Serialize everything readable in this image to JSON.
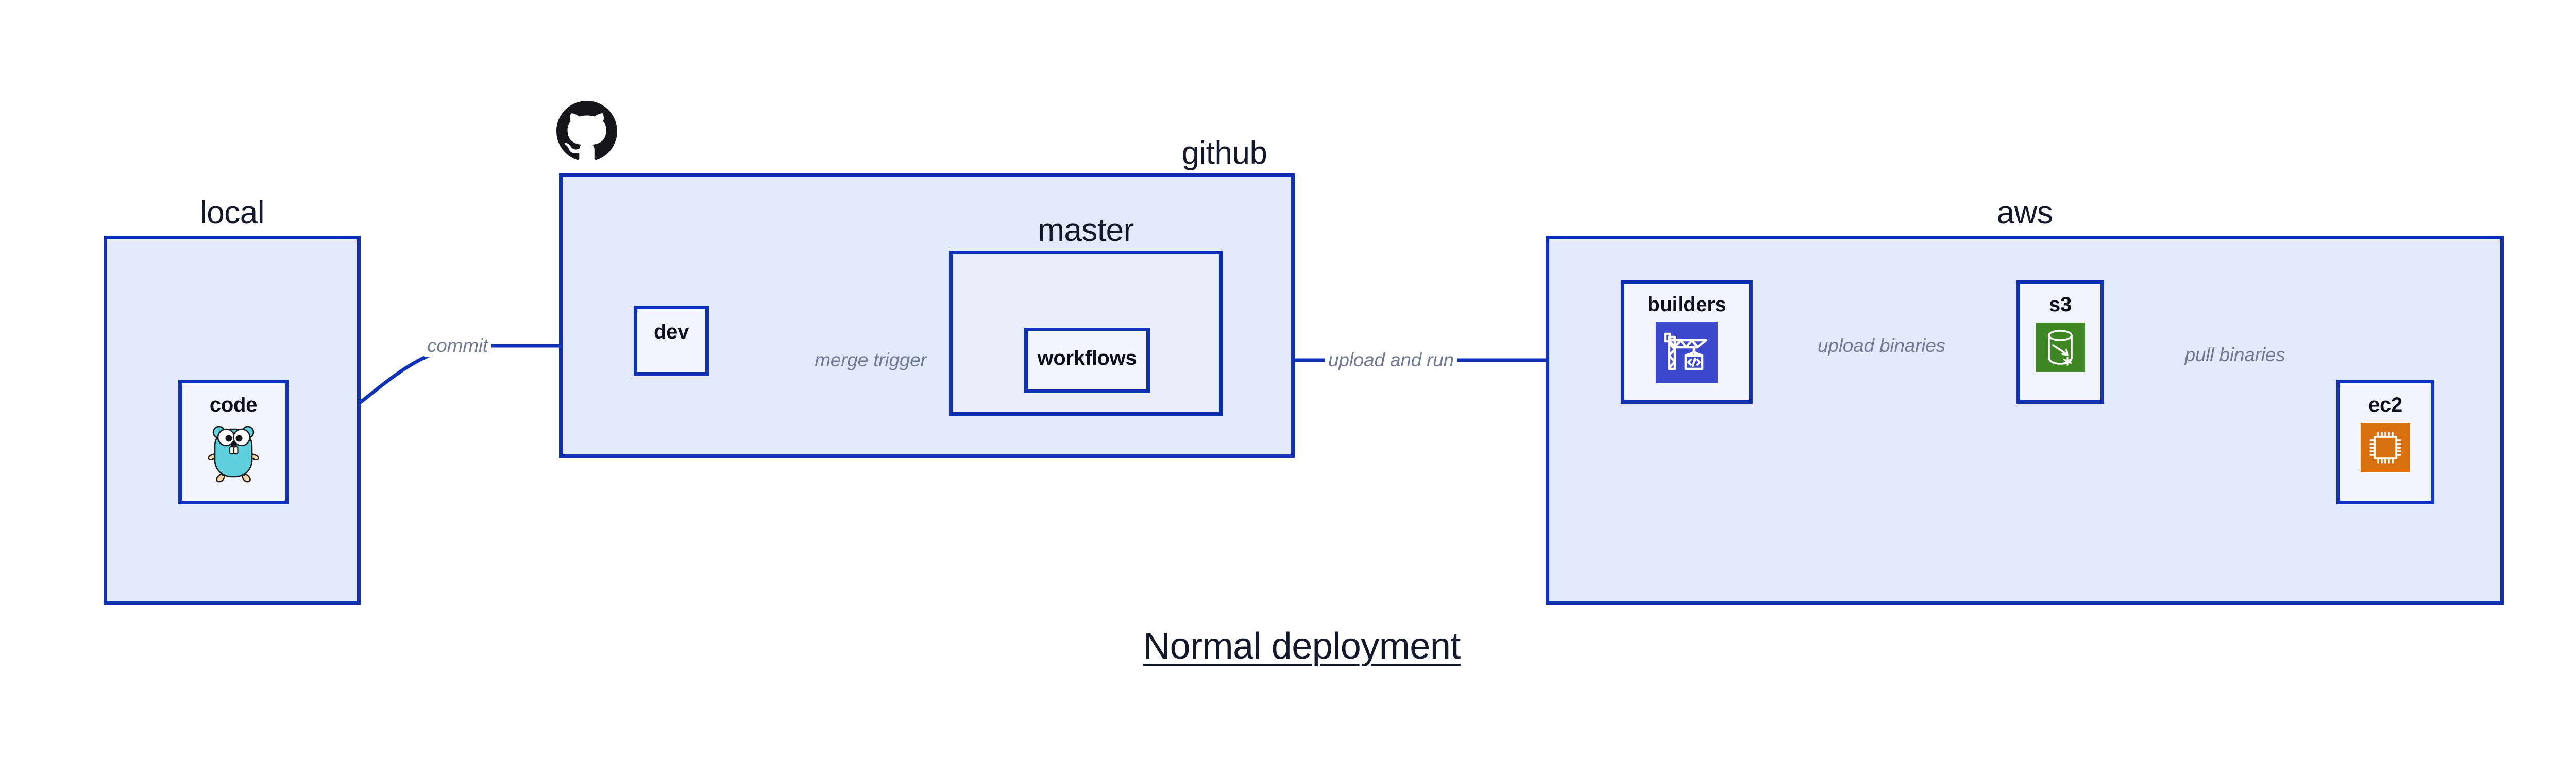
{
  "diagram": {
    "title": "Normal deployment",
    "accent_color": "#0f31b5",
    "cluster_fill": "#e3e8fb",
    "node_fill": "#f2f5fe",
    "edge_label_color": "#707b93"
  },
  "clusters": [
    {
      "id": "local",
      "label": "local"
    },
    {
      "id": "github",
      "label": "github"
    },
    {
      "id": "master",
      "label": "master"
    },
    {
      "id": "aws",
      "label": "aws"
    }
  ],
  "nodes": [
    {
      "id": "code",
      "label": "code",
      "icon": "go-gopher-icon"
    },
    {
      "id": "dev",
      "label": "dev",
      "icon": null
    },
    {
      "id": "workflows",
      "label": "workflows",
      "icon": null
    },
    {
      "id": "builders",
      "label": "builders",
      "icon": "aws-codebuild-icon",
      "icon_color": "#3b48cc"
    },
    {
      "id": "s3",
      "label": "s3",
      "icon": "aws-s3-icon",
      "icon_color": "#3f8624"
    },
    {
      "id": "ec2",
      "label": "ec2",
      "icon": "aws-ec2-icon",
      "icon_color": "#d9700f"
    }
  ],
  "edges": [
    {
      "id": "code-dev",
      "from": "code",
      "to": "dev",
      "label": "commit"
    },
    {
      "id": "dev-workflows",
      "from": "dev",
      "to": "workflows",
      "label": "merge trigger"
    },
    {
      "id": "workflows-builders",
      "from": "workflows",
      "to": "builders",
      "label": "upload and run"
    },
    {
      "id": "builders-s3",
      "from": "builders",
      "to": "s3",
      "label": "upload binaries"
    },
    {
      "id": "s3-ec2",
      "from": "s3",
      "to": "ec2",
      "label": "pull binaries"
    }
  ],
  "logos": [
    {
      "id": "github-logo",
      "name": "github-octocat-logo"
    }
  ]
}
